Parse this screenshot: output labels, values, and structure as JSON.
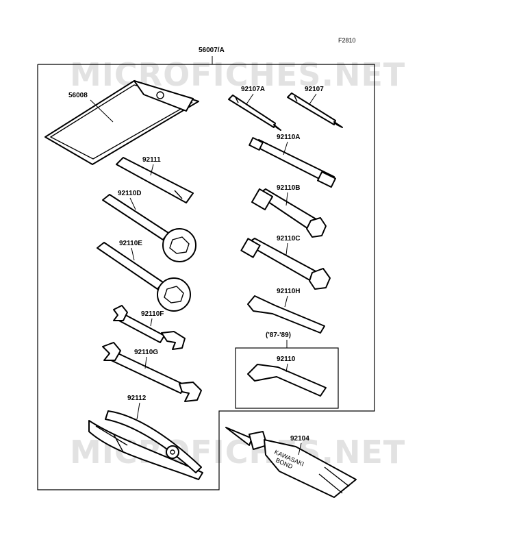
{
  "figure_code": "F2810",
  "watermark": "MICROFICHES.NET",
  "kit": {
    "part_no": "56007/A"
  },
  "variant_note": "('87-'89)",
  "tube_print": [
    "KAWASAKI",
    "BOND"
  ],
  "parts": {
    "p56008": "56008",
    "p92107A": "92107A",
    "p92107": "92107",
    "p92110A": "92110A",
    "p92111": "92111",
    "p92110B": "92110B",
    "p92110D": "92110D",
    "p92110C": "92110C",
    "p92110E": "92110E",
    "p92110H": "92110H",
    "p92110F": "92110F",
    "p92110G": "92110G",
    "p92110": "92110",
    "p92112": "92112",
    "p92104": "92104"
  }
}
